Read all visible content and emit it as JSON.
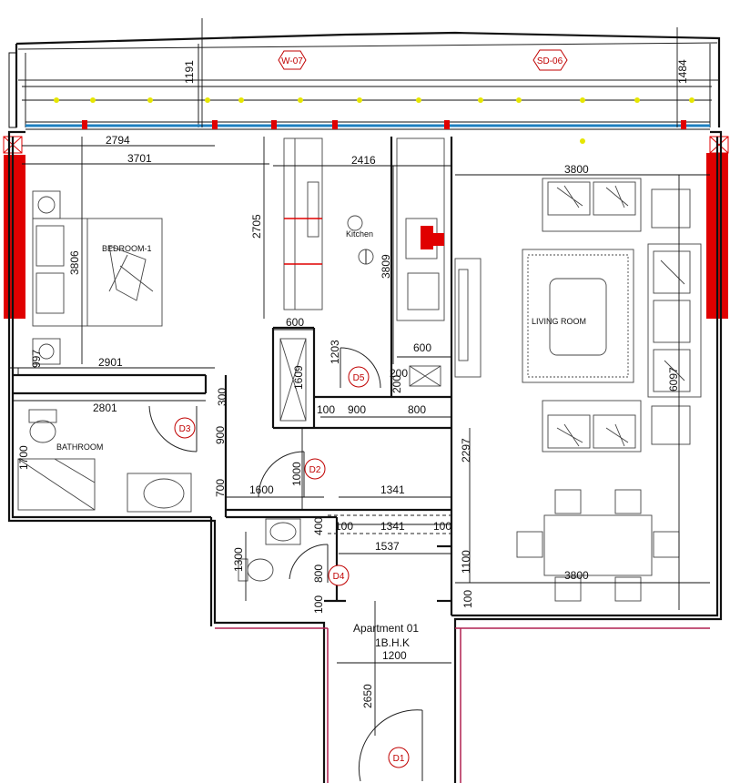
{
  "rooms": {
    "bedroom": "BEDROOM-1",
    "kitchen": "Kitchen",
    "living": "LIVING ROOM",
    "bathroom": "BATHROOM"
  },
  "apartment": {
    "name": "Apartment 01",
    "type": "1B.H.K"
  },
  "tags": {
    "w07": "W-07",
    "sd06": "SD-06",
    "d1": "D1",
    "d2": "D2",
    "d3": "D3",
    "d4": "D4",
    "d5": "D5"
  },
  "dims": {
    "d1191": "1191",
    "d1484": "1484",
    "d2794": "2794",
    "d3701": "3701",
    "d2416": "2416",
    "d3800a": "3800",
    "d2705": "2705",
    "d3806": "3806",
    "d3809": "3809",
    "d6097": "6097",
    "d600a": "600",
    "d1203": "1203",
    "d600b": "600",
    "d997": "997",
    "d2901": "2901",
    "d1609": "1609",
    "d200a": "200",
    "d200b": "200",
    "d300a": "300",
    "d2801": "2801",
    "d100a": "100",
    "d900a": "900",
    "d800a": "800",
    "d900b": "900",
    "d1700": "1700",
    "d1000": "1000",
    "d2297": "2297",
    "d700": "700",
    "d1600": "1600",
    "d1341a": "1341",
    "d1341b": "1341",
    "d400": "400",
    "d100b": "100",
    "d100c": "100",
    "d1537": "1537",
    "d1300": "1300",
    "d800b": "800",
    "d1100": "1100",
    "d3800b": "3800",
    "d100d": "100",
    "d100e": "100",
    "d1200": "1200",
    "d2650": "2650"
  },
  "colors": {
    "wall": "#111111",
    "accent_red": "#e00000",
    "glazing_blue": "#1e7fc0",
    "glazing_yellow": "#e6e600",
    "tag_red": "#c00000"
  }
}
